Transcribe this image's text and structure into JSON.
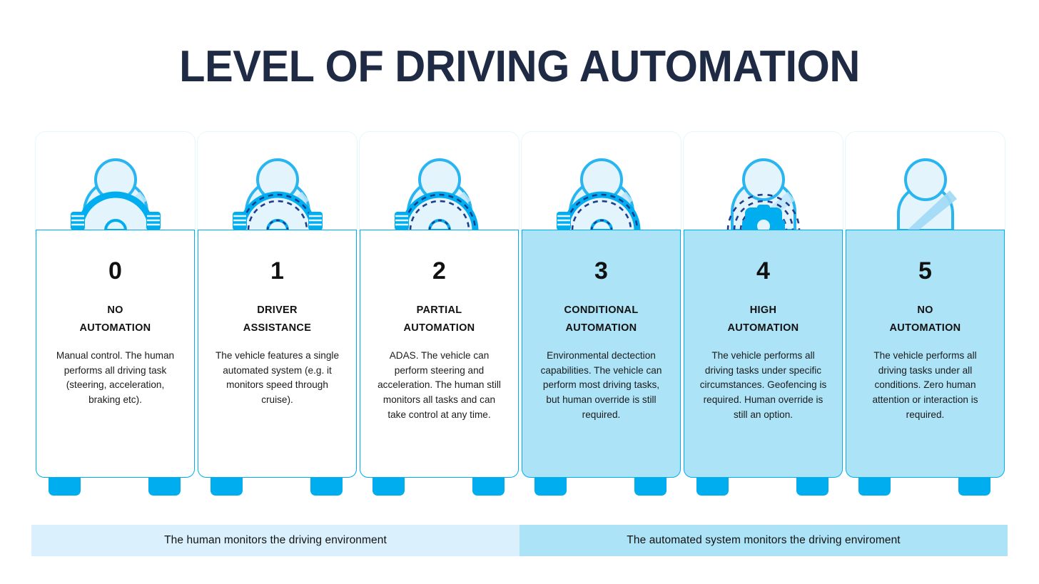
{
  "title": "LEVEL OF DRIVING AUTOMATION",
  "colors": {
    "title": "#1f2a44",
    "accent_blue": "#00aeef",
    "highlight_bg": "#ace3f7",
    "footer_light": "#daf1fd",
    "footer_dark": "#ace3f7",
    "icon_fill": "#e4f4fd",
    "dash_navy": "#1f3d8f"
  },
  "cards": [
    {
      "number": "0",
      "heading": "NO\nAUTOMATION",
      "description": "Manual control. The human performs all driving task (steering, acceleration, braking etc).",
      "icon": "driver-two-hands-wheel-icon",
      "highlighted": false
    },
    {
      "number": "1",
      "heading": "DRIVER\nASSISTANCE",
      "description": "The vehicle features a single automated system (e.g. it monitors speed through cruise).",
      "icon": "driver-two-hands-dashed-wheel-icon",
      "highlighted": false
    },
    {
      "number": "2",
      "heading": "PARTIAL\nAUTOMATION",
      "description": "ADAS. The vehicle can perform steering and acceleration. The human still monitors all tasks and can take control at any time.",
      "icon": "driver-one-hand-dashed-wheel-icon",
      "highlighted": false
    },
    {
      "number": "3",
      "heading": "CONDITIONAL\nAUTOMATION",
      "description": "Environmental dectection capabilities. The vehicle can perform most driving tasks, but human override is still required.",
      "icon": "driver-one-hand-dashed-wheel-icon",
      "highlighted": true
    },
    {
      "number": "4",
      "heading": "HIGH\nAUTOMATION",
      "description": "The vehicle performs all driving tasks under specific circumstances. Geofencing is required. Human override is still an option.",
      "icon": "driver-gear-dashed-wheel-icon",
      "highlighted": true
    },
    {
      "number": "5",
      "heading": "NO\nAUTOMATION",
      "description": "The vehicle performs all driving tasks under all conditions. Zero human attention or interaction is required.",
      "icon": "passenger-seatbelt-icon",
      "highlighted": true
    }
  ],
  "footers": [
    {
      "label": "The human monitors the driving environment"
    },
    {
      "label": "The automated system monitors the driving enviroment"
    }
  ]
}
